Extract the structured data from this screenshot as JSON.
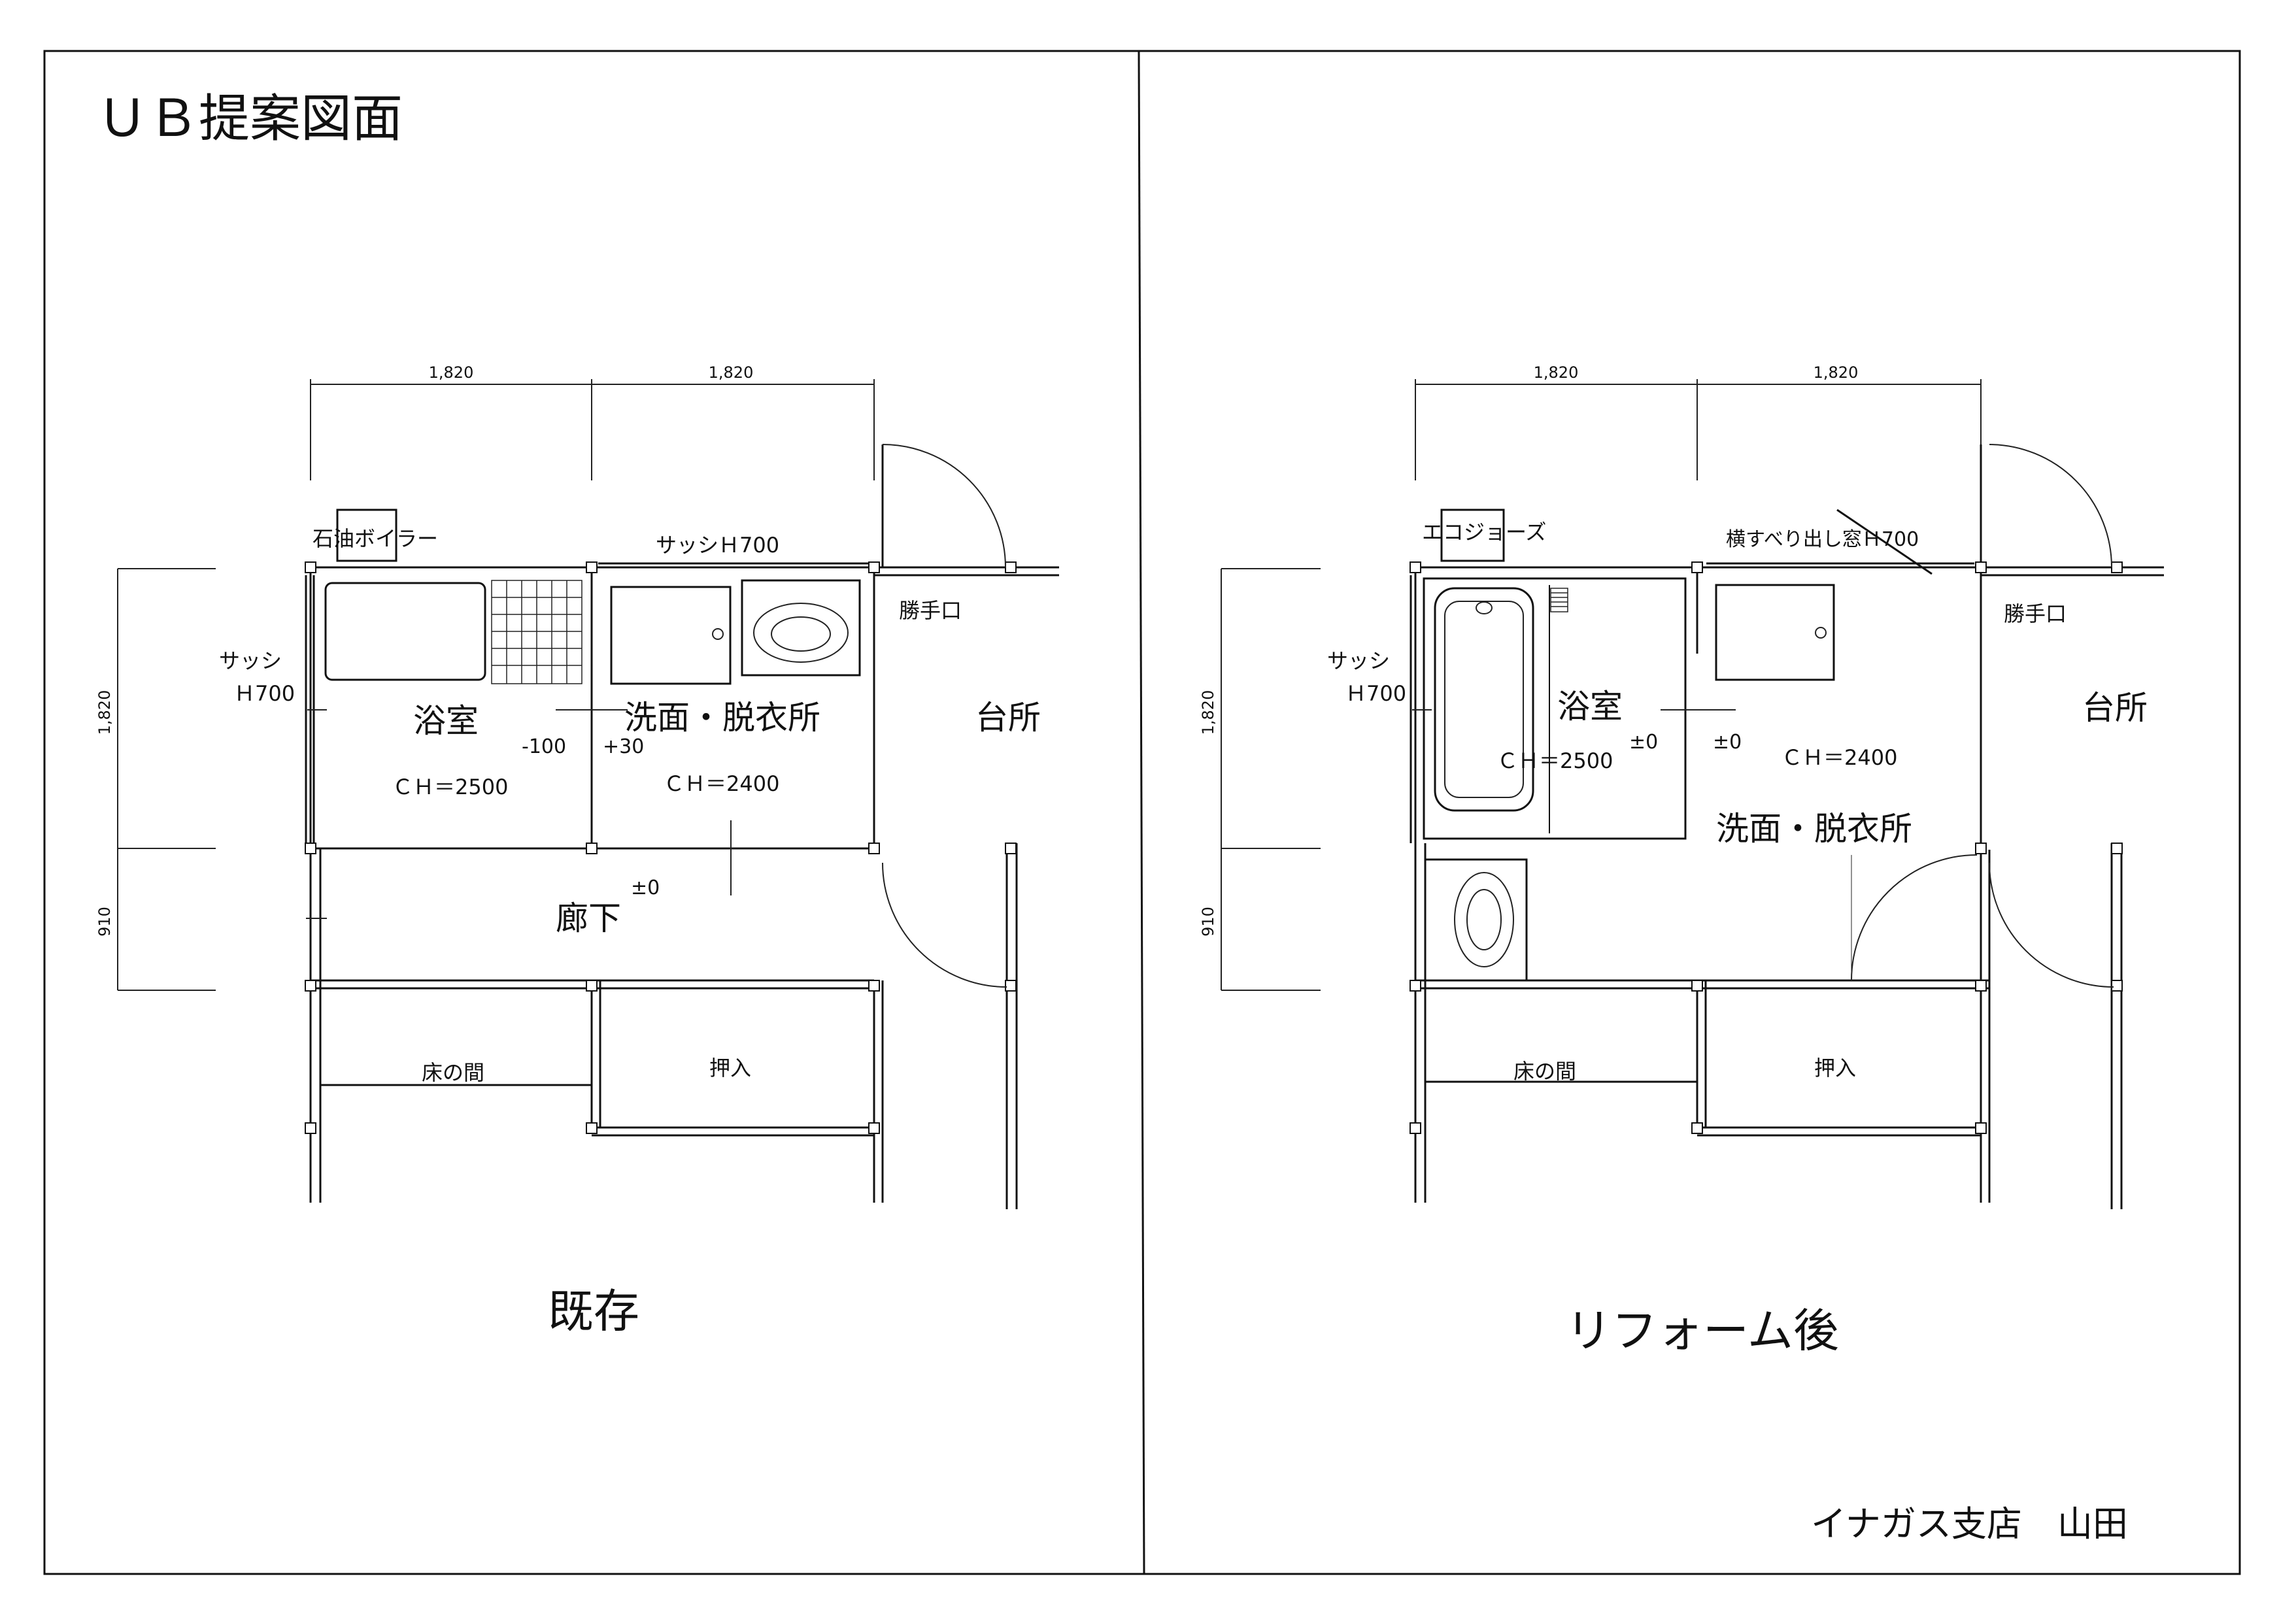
{
  "title": "ＵＢ提案図面",
  "footer": "イナガス支店　山田",
  "left": {
    "caption": "既存",
    "dim_top": [
      "1,820",
      "1,820"
    ],
    "dim_side": [
      "1,820",
      "910"
    ],
    "boiler": "石油ボイラー",
    "window_top": "サッシＨ700",
    "window_side_1": "サッシ",
    "window_side_2": "Ｈ700",
    "kitchen_door": "勝手口",
    "bath": "浴室",
    "bath_level": "-100",
    "wash_level": "+30",
    "wash": "洗面・脱衣所",
    "kitchen": "台所",
    "bath_ch": "ＣＨ＝2500",
    "wash_ch": "ＣＨ＝2400",
    "hall": "廊下",
    "hall_level": "±0",
    "tokonoma": "床の間",
    "oshiire": "押入"
  },
  "right": {
    "caption": "リフォーム後",
    "dim_top": [
      "1,820",
      "1,820"
    ],
    "dim_side": [
      "1,820",
      "910"
    ],
    "boiler": "エコジョーズ",
    "window_top": "横すべり出し窓Ｈ700",
    "window_side_1": "サッシ",
    "window_side_2": "Ｈ700",
    "kitchen_door": "勝手口",
    "bath": "浴室",
    "bath_ch": "ＣＨ＝2500",
    "bath_level": "±0",
    "wash_level": "±0",
    "wash_ch": "ＣＨ＝2400",
    "wash": "洗面・脱衣所",
    "kitchen": "台所",
    "tokonoma": "床の間",
    "oshiire": "押入"
  }
}
